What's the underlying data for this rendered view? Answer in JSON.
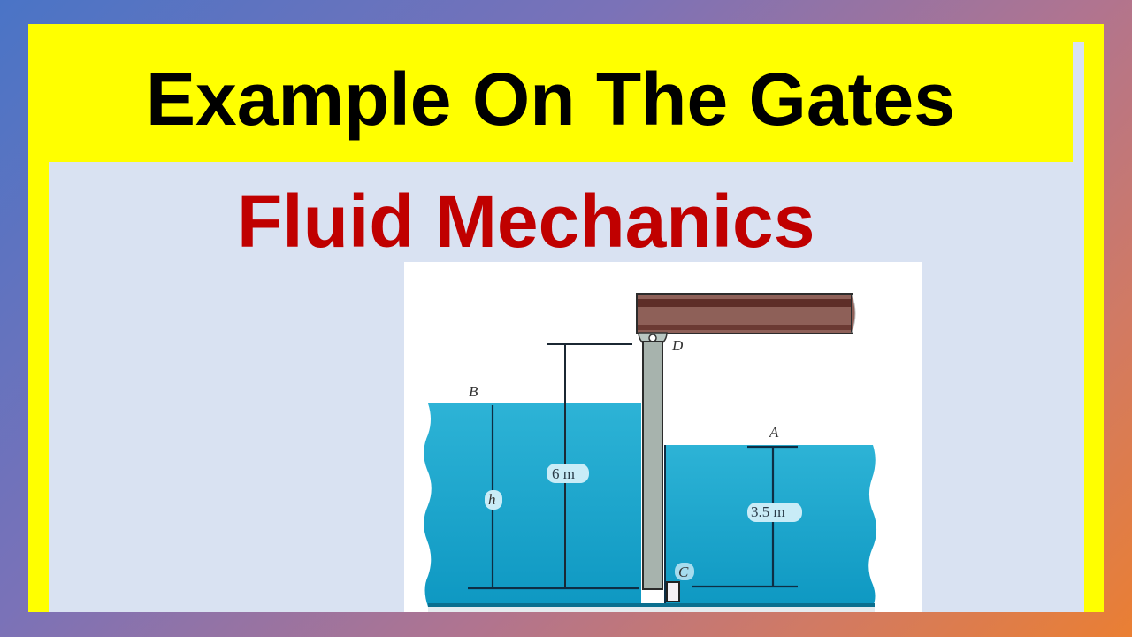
{
  "header": {
    "title": "Example On The Gates",
    "subtitle": "Fluid Mechanics"
  },
  "colors": {
    "frame": "#ffff00",
    "panel": "#d9e2f2",
    "title": "#000000",
    "subtitle": "#c00000",
    "water": "#1aa3c8",
    "beam": "#8e5a50",
    "gate": "#a8b2a8"
  },
  "diagram": {
    "points": {
      "B": "B",
      "A": "A",
      "C": "C",
      "D": "D"
    },
    "dimensions": {
      "gate_height": "6 m",
      "left_depth": "h",
      "right_depth": "3.5 m"
    }
  }
}
